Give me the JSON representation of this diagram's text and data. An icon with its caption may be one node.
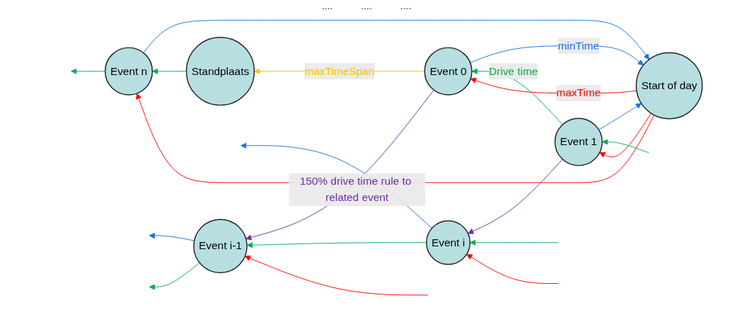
{
  "diagram": {
    "nodes": [
      {
        "text": [
          "Start of day"
        ]
      },
      {
        "text": [
          "Event 0"
        ]
      },
      {
        "text": [
          "Event 1"
        ]
      },
      {
        "text": [
          "Event i-1"
        ]
      },
      {
        "text": [
          "Event i"
        ]
      },
      {
        "text": [
          "Event n"
        ]
      },
      {
        "text": [
          "Standplaats"
        ]
      }
    ],
    "edges": [
      {
        "from": 0,
        "to": 1,
        "arrow": "to",
        "label": "maxTime",
        "color": "#ff0000"
      },
      {
        "from": 1,
        "to": 0,
        "arrow": "to",
        "label": "minTime",
        "color": "#1a73e8"
      },
      {
        "from": 0,
        "to": 2,
        "arrow": "to",
        "color": "#ff0000"
      },
      {
        "from": 2,
        "to": 0,
        "arrow": "to",
        "color": "#1a73e8"
      },
      {
        "from": 0,
        "to": 5,
        "arrow": "to",
        "color": "#ff0000"
      },
      {
        "from": 5,
        "to": 0,
        "arrow": "to",
        "color": "#1a73e8"
      },
      {
        "from": null,
        "to": 3,
        "arrow": "to",
        "color": "#ff0000"
      },
      {
        "from": 3,
        "to": null,
        "arrow": "to",
        "color": "#1a73e8"
      },
      {
        "from": null,
        "to": 4,
        "arrow": "to",
        "color": "#ff0000"
      },
      {
        "from": 4,
        "to": null,
        "arrow": "to",
        "color": "#1a73e8"
      },
      {
        "from": 2,
        "to": 1,
        "arrow": "to",
        "label": "Drive time",
        "color": "#00b050"
      },
      {
        "from": null,
        "to": 2,
        "arrow": "to",
        "color": "#00b050"
      },
      {
        "from": 3,
        "to": null,
        "arrow": "to",
        "color": "#00b050"
      },
      {
        "from": 4,
        "to": 3,
        "arrow": "to",
        "color": "#00b050"
      },
      {
        "from": null,
        "to": 4,
        "arrow": "to",
        "color": "#00b050"
      },
      {
        "from": 5,
        "to": null,
        "arrow": "to",
        "color": "#00b050"
      },
      {
        "from": 6,
        "to": 5,
        "arrow": "to",
        "color": "#00b050"
      },
      {
        "from": 1,
        "to": 3,
        "arrow": "to",
        "label": "150% drive time rule to related event",
        "color": "#7030a0"
      },
      {
        "from": 2,
        "to": 4,
        "arrow": "to",
        "color": "#7030a0"
      },
      {
        "from": 1,
        "to": 6,
        "arrow": "to",
        "label": "maxTimeSpan",
        "color": "#ffc000"
      }
    ],
    "labels": [
      "....",
      "....",
      "...."
    ]
  }
}
